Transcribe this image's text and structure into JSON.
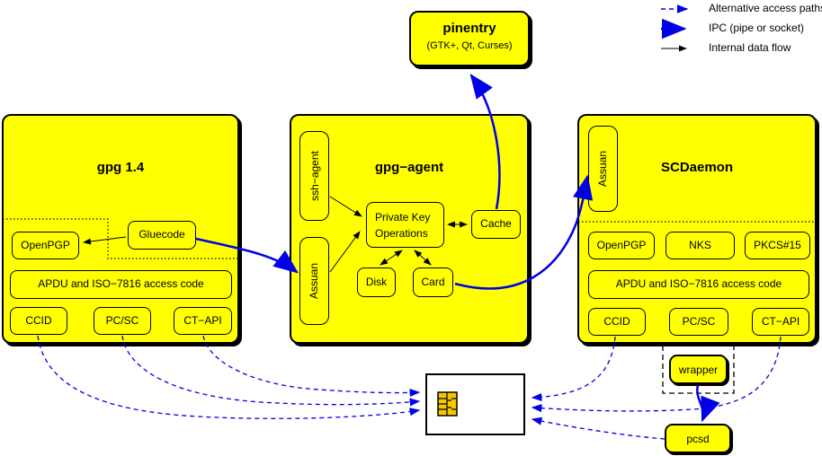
{
  "legend": {
    "alt_access": "Alternative access paths",
    "ipc": "IPC (pipe or socket)",
    "internal": "Internal data flow"
  },
  "pinentry": {
    "title": "pinentry",
    "subtitle": "(GTK+, Qt, Curses)"
  },
  "gpg14": {
    "title": "gpg 1.4",
    "gluecode": "Gluecode",
    "openpgp": "OpenPGP",
    "apdu": "APDU and ISO−7816 access code",
    "ccid": "CCID",
    "pcsc": "PC/SC",
    "ctapi": "CT−API"
  },
  "gpg_agent": {
    "title": "gpg−agent",
    "ssh_agent": "ssh−agent",
    "assuan": "Assuan",
    "pko_line1": "Private Key",
    "pko_line2": "Operations",
    "cache": "Cache",
    "disk": "Disk",
    "card": "Card"
  },
  "scdaemon": {
    "title": "SCDaemon",
    "assuan": "Assuan",
    "openpgp": "OpenPGP",
    "nks": "NKS",
    "pkcs15": "PKCS#15",
    "apdu": "APDU and ISO−7816 access code",
    "ccid": "CCID",
    "pcsc": "PC/SC",
    "ctapi": "CT−API"
  },
  "external": {
    "wrapper": "wrapper",
    "pcsd": "pcsd"
  },
  "colors": {
    "box_fill": "#ffff00",
    "ipc_blue": "#0000e8",
    "line_black": "#000000",
    "chip_gold": "#f7c600",
    "card_white": "#ffffff"
  },
  "edges": [
    {
      "from": "Gluecode (gpg 1.4)",
      "to": "OpenPGP (gpg 1.4)",
      "type": "internal data flow"
    },
    {
      "from": "Gluecode (gpg 1.4)",
      "to": "Assuan (gpg-agent)",
      "type": "IPC"
    },
    {
      "from": "ssh-agent",
      "to": "Private Key Operations",
      "type": "internal data flow"
    },
    {
      "from": "Assuan (gpg-agent)",
      "to": "Private Key Operations",
      "type": "internal data flow"
    },
    {
      "from": "Private Key Operations",
      "to": "Cache",
      "type": "internal data flow, bidirectional"
    },
    {
      "from": "Private Key Operations",
      "to": "Disk",
      "type": "internal data flow, bidirectional"
    },
    {
      "from": "Private Key Operations",
      "to": "Card",
      "type": "internal data flow, bidirectional"
    },
    {
      "from": "Cache",
      "to": "pinentry",
      "type": "IPC"
    },
    {
      "from": "Card (gpg-agent)",
      "to": "Assuan (SCDaemon)",
      "type": "IPC"
    },
    {
      "from": "wrapper",
      "to": "pcsd",
      "type": "IPC"
    },
    {
      "from": "CCID (gpg 1.4)",
      "to": "smartcard",
      "type": "alternative access path"
    },
    {
      "from": "PC/SC (gpg 1.4)",
      "to": "smartcard",
      "type": "alternative access path"
    },
    {
      "from": "CT-API (gpg 1.4)",
      "to": "smartcard",
      "type": "alternative access path"
    },
    {
      "from": "CCID (SCDaemon)",
      "to": "smartcard",
      "type": "alternative access path"
    },
    {
      "from": "CT-API (SCDaemon)",
      "to": "smartcard",
      "type": "alternative access path"
    },
    {
      "from": "pcsd",
      "to": "smartcard",
      "type": "alternative access path"
    }
  ]
}
